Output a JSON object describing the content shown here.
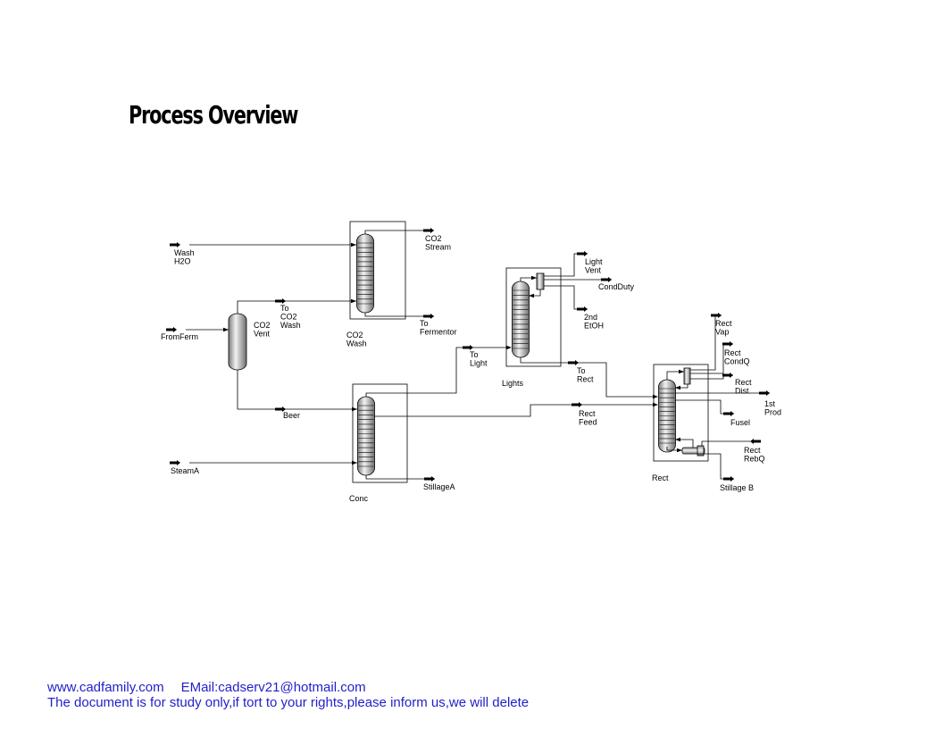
{
  "title": "Process Overview",
  "streams": {
    "wash_h2o": [
      "Wash",
      "H2O"
    ],
    "from_ferm": [
      "FromFerm"
    ],
    "co2_vent": [
      "CO2",
      "Vent"
    ],
    "to_co2_wash": [
      "To",
      "CO2",
      "Wash"
    ],
    "co2_stream": [
      "CO2",
      "Stream"
    ],
    "to_fermentor": [
      "To",
      "Fermentor"
    ],
    "beer": [
      "Beer"
    ],
    "steam_a": [
      "SteamA"
    ],
    "stillage_a": [
      "StillageA"
    ],
    "to_light": [
      "To",
      "Light"
    ],
    "light_vent": [
      "Light",
      "Vent"
    ],
    "cond_duty": [
      "CondDuty"
    ],
    "second_etoh": [
      "2nd",
      "EtOH"
    ],
    "to_rect": [
      "To",
      "Rect"
    ],
    "rect_feed": [
      "Rect",
      "Feed"
    ],
    "rect_vap": [
      "Rect",
      "Vap"
    ],
    "rect_condq": [
      "Rect",
      "CondQ"
    ],
    "rect_dist": [
      "Rect",
      "Dist"
    ],
    "first_prod": [
      "1st",
      "Prod"
    ],
    "fusel": [
      "Fusel"
    ],
    "rect_rebq": [
      "Rect",
      "RebQ"
    ],
    "stillage_b": [
      "Stillage B"
    ]
  },
  "units": {
    "co2_wash": [
      "CO2",
      "Wash"
    ],
    "conc": [
      "Conc"
    ],
    "lights": [
      "Lights"
    ],
    "rect": [
      "Rect"
    ]
  },
  "footer": {
    "website": "www.cadfamily.com",
    "email": "EMail:cadserv21@hotmail.com",
    "notice": "The document is for study only,if tort to your rights,please inform us,we will delete"
  },
  "colors": {
    "footer_text": "#1f1fcc",
    "line": "#000000"
  }
}
